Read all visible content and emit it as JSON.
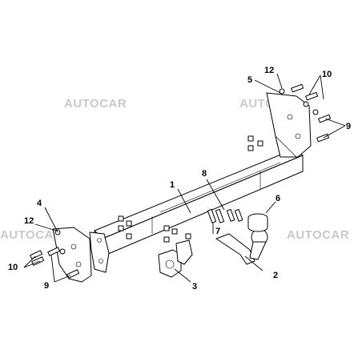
{
  "watermarks": [
    "AUTOCAR",
    "AUTOCAR",
    "AUTOCAR",
    "AUTOCAR"
  ],
  "callouts": [
    "1",
    "2",
    "3",
    "4",
    "5",
    "6",
    "7",
    "8",
    "9",
    "9",
    "10",
    "10",
    "12",
    "12"
  ]
}
